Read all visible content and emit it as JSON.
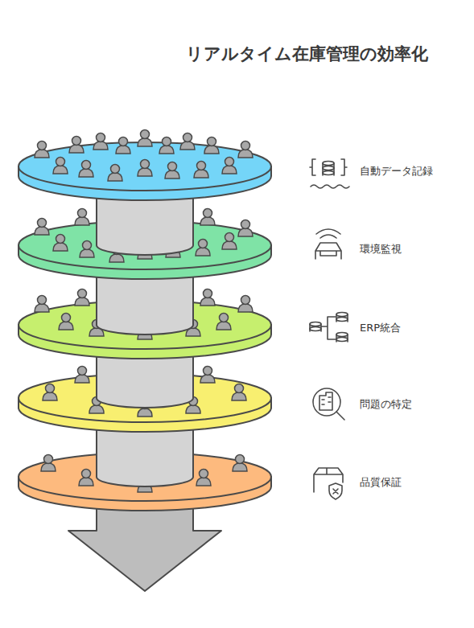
{
  "diagram": {
    "title": "リアルタイム在庫管理の効率化",
    "labels": [
      "自動データ記録",
      "環境監視",
      "ERP統合",
      "問題の特定",
      "品質保証"
    ]
  }
}
